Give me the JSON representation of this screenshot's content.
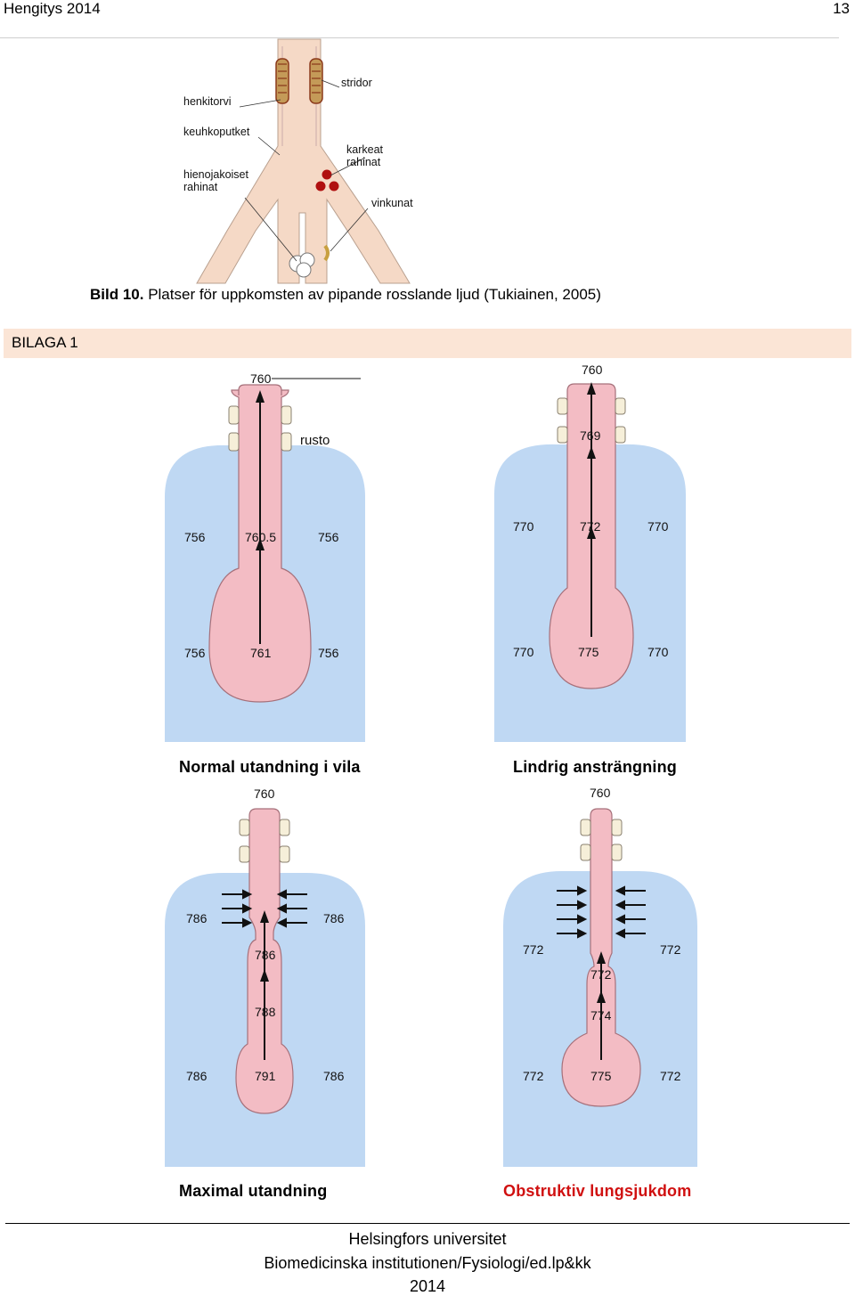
{
  "header": {
    "left": "Hengitys 2014",
    "right": "13"
  },
  "figure10": {
    "labels": {
      "henkitorvi": "henkitorvi",
      "stridor": "stridor",
      "keuhkoputket": "keuhkoputket",
      "karkeat_1": "karkeat",
      "karkeat_2": "rahinat",
      "hieno_1": "hienojakoiset",
      "hieno_2": "rahinat",
      "vinkunat": "vinkunat"
    },
    "caption_bold": "Bild 10.",
    "caption_rest": " Platser för uppkomsten av pipande rosslande ljud (Tukiainen, 2005)"
  },
  "bilaga": "BILAGA 1",
  "panels": {
    "p1": {
      "title": "Normal utandning i vila",
      "top": "760",
      "rusto": "rusto",
      "left_mid": "756",
      "center_mid": "760.5",
      "right_mid": "756",
      "left_low": "756",
      "center_low": "761",
      "right_low": "756"
    },
    "p2": {
      "title": "Lindrig ansträngning",
      "top": "760",
      "neck": "769",
      "left_mid": "770",
      "center_mid": "772",
      "right_mid": "770",
      "left_low": "770",
      "center_low": "775",
      "right_low": "770"
    },
    "p3": {
      "title": "Maximal utandning",
      "top": "760",
      "left_mid": "786",
      "right_mid": "786",
      "center_a": "786",
      "center_b": "788",
      "left_low": "786",
      "center_low": "791",
      "right_low": "786"
    },
    "p4": {
      "title": "Obstruktiv lungsjukdom",
      "top": "760",
      "left_mid": "772",
      "right_mid": "772",
      "center_a": "772",
      "center_b": "774",
      "left_low": "772",
      "center_low": "775",
      "right_low": "772"
    }
  },
  "colors": {
    "lung": "#bfd8f3",
    "airway": "#f3bcc4",
    "airway_stroke": "#a6707a",
    "bilaga_bg": "#fbe5d6",
    "red_title": "#d01010"
  },
  "footer": {
    "line1": "Helsingfors universitet",
    "line2": "Biomedicinska institutionen/Fysiologi/ed.lp&kk",
    "line3": "2014"
  }
}
